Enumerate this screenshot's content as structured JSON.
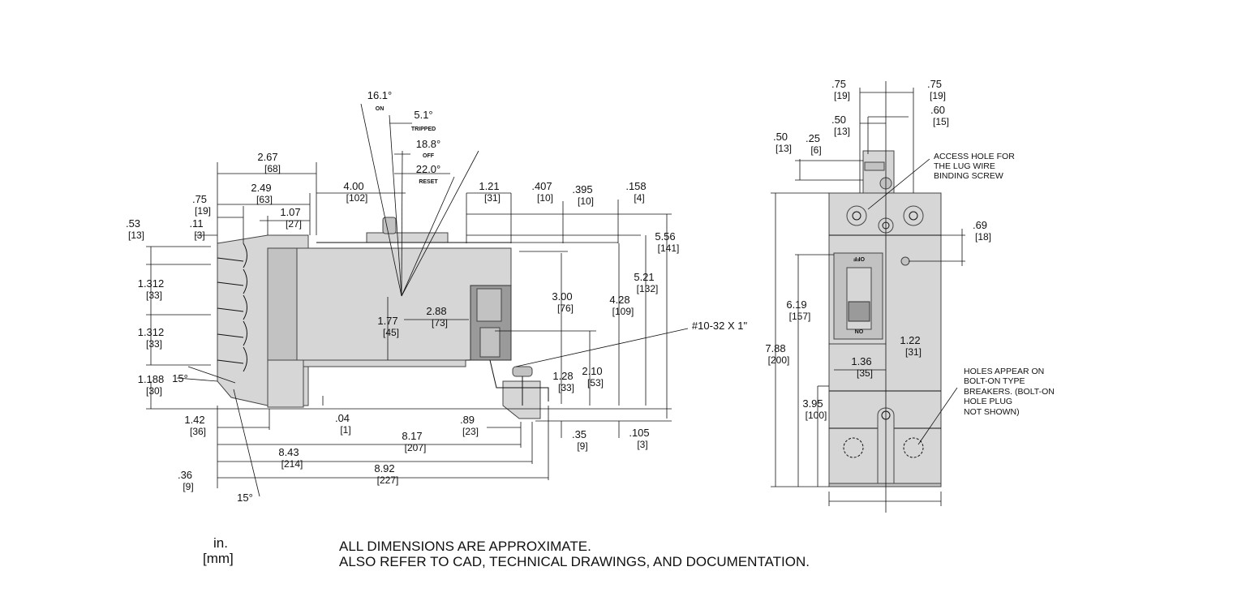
{
  "side_view": {
    "dims": [
      {
        "id": "d267",
        "in": "2.67",
        "mm": "[68]"
      },
      {
        "id": "d249",
        "in": "2.49",
        "mm": "[63]"
      },
      {
        "id": "d075",
        "in": ".75",
        "mm": "[19]"
      },
      {
        "id": "d107",
        "in": "1.07",
        "mm": "[27]"
      },
      {
        "id": "d053",
        "in": ".53",
        "mm": "[13]"
      },
      {
        "id": "d011",
        "in": ".11",
        "mm": "[3]"
      },
      {
        "id": "d400",
        "in": "4.00",
        "mm": "[102]"
      },
      {
        "id": "d121",
        "in": "1.21",
        "mm": "[31]"
      },
      {
        "id": "d407",
        "in": ".407",
        "mm": "[10]"
      },
      {
        "id": "d395",
        "in": ".395",
        "mm": "[10]"
      },
      {
        "id": "d158",
        "in": ".158",
        "mm": "[4]"
      },
      {
        "id": "d556",
        "in": "5.56",
        "mm": "[141]"
      },
      {
        "id": "d521",
        "in": "5.21",
        "mm": "[132]"
      },
      {
        "id": "d428",
        "in": "4.28",
        "mm": "[109]"
      },
      {
        "id": "d300",
        "in": "3.00",
        "mm": "[76]"
      },
      {
        "id": "d1312a",
        "in": "1.312",
        "mm": "[33]"
      },
      {
        "id": "d1312b",
        "in": "1.312",
        "mm": "[33]"
      },
      {
        "id": "d1188",
        "in": "1.188",
        "mm": "[30]"
      },
      {
        "id": "d177",
        "in": "1.77",
        "mm": "[45]"
      },
      {
        "id": "d288",
        "in": "2.88",
        "mm": "[73]"
      },
      {
        "id": "d210",
        "in": "2.10",
        "mm": "[53]"
      },
      {
        "id": "d128",
        "in": "1.28",
        "mm": "[33]"
      },
      {
        "id": "d142",
        "in": "1.42",
        "mm": "[36]"
      },
      {
        "id": "d004",
        "in": ".04",
        "mm": "[1]"
      },
      {
        "id": "d089",
        "in": ".89",
        "mm": "[23]"
      },
      {
        "id": "d817",
        "in": "8.17",
        "mm": "[207]"
      },
      {
        "id": "d843",
        "in": "8.43",
        "mm": "[214]"
      },
      {
        "id": "d892",
        "in": "8.92",
        "mm": "[227]"
      },
      {
        "id": "d036",
        "in": ".36",
        "mm": "[9]"
      },
      {
        "id": "d035",
        "in": ".35",
        "mm": "[9]"
      },
      {
        "id": "d0105",
        "in": ".105",
        "mm": "[3]"
      }
    ],
    "angles": [
      {
        "id": "a161",
        "value": "16.1°",
        "state": "ON"
      },
      {
        "id": "a51",
        "value": "5.1°",
        "state": "TRIPPED"
      },
      {
        "id": "a188",
        "value": "18.8°",
        "state": "OFF"
      },
      {
        "id": "a220",
        "value": "22.0°",
        "state": "RESET"
      }
    ],
    "angle_15_upper": "15°",
    "angle_15_lower": "15°",
    "screw_label": "#10-32 X 1\""
  },
  "front_view": {
    "dims": [
      {
        "id": "f075a",
        "in": ".75",
        "mm": "[19]"
      },
      {
        "id": "f075b",
        "in": ".75",
        "mm": "[19]"
      },
      {
        "id": "f060",
        "in": ".60",
        "mm": "[15]"
      },
      {
        "id": "f050a",
        "in": ".50",
        "mm": "[13]"
      },
      {
        "id": "f050b",
        "in": ".50",
        "mm": "[13]"
      },
      {
        "id": "f025",
        "in": ".25",
        "mm": "[6]"
      },
      {
        "id": "f069",
        "in": ".69",
        "mm": "[18]"
      },
      {
        "id": "f619",
        "in": "6.19",
        "mm": "[157]"
      },
      {
        "id": "f788",
        "in": "7.88",
        "mm": "[200]"
      },
      {
        "id": "f395",
        "in": "3.95",
        "mm": "[100]"
      },
      {
        "id": "f122",
        "in": "1.22",
        "mm": "[31]"
      },
      {
        "id": "f136",
        "in": "1.36",
        "mm": "[35]"
      }
    ],
    "access_note": [
      "ACCESS HOLE FOR",
      "THE LUG WIRE",
      "BINDING SCREW"
    ],
    "holes_note": [
      "HOLES APPEAR ON",
      "BOLT-ON TYPE",
      "BREAKERS. (BOLT-ON",
      "HOLE PLUG",
      "NOT SHOWN)"
    ],
    "handle_off": "OFF",
    "handle_on": "ON"
  },
  "footer": {
    "unit_in": "in.",
    "unit_mm": "[mm]",
    "line1": "ALL DIMENSIONS ARE APPROXIMATE.",
    "line2": "ALSO REFER TO CAD, TECHNICAL DRAWINGS, AND DOCUMENTATION."
  }
}
